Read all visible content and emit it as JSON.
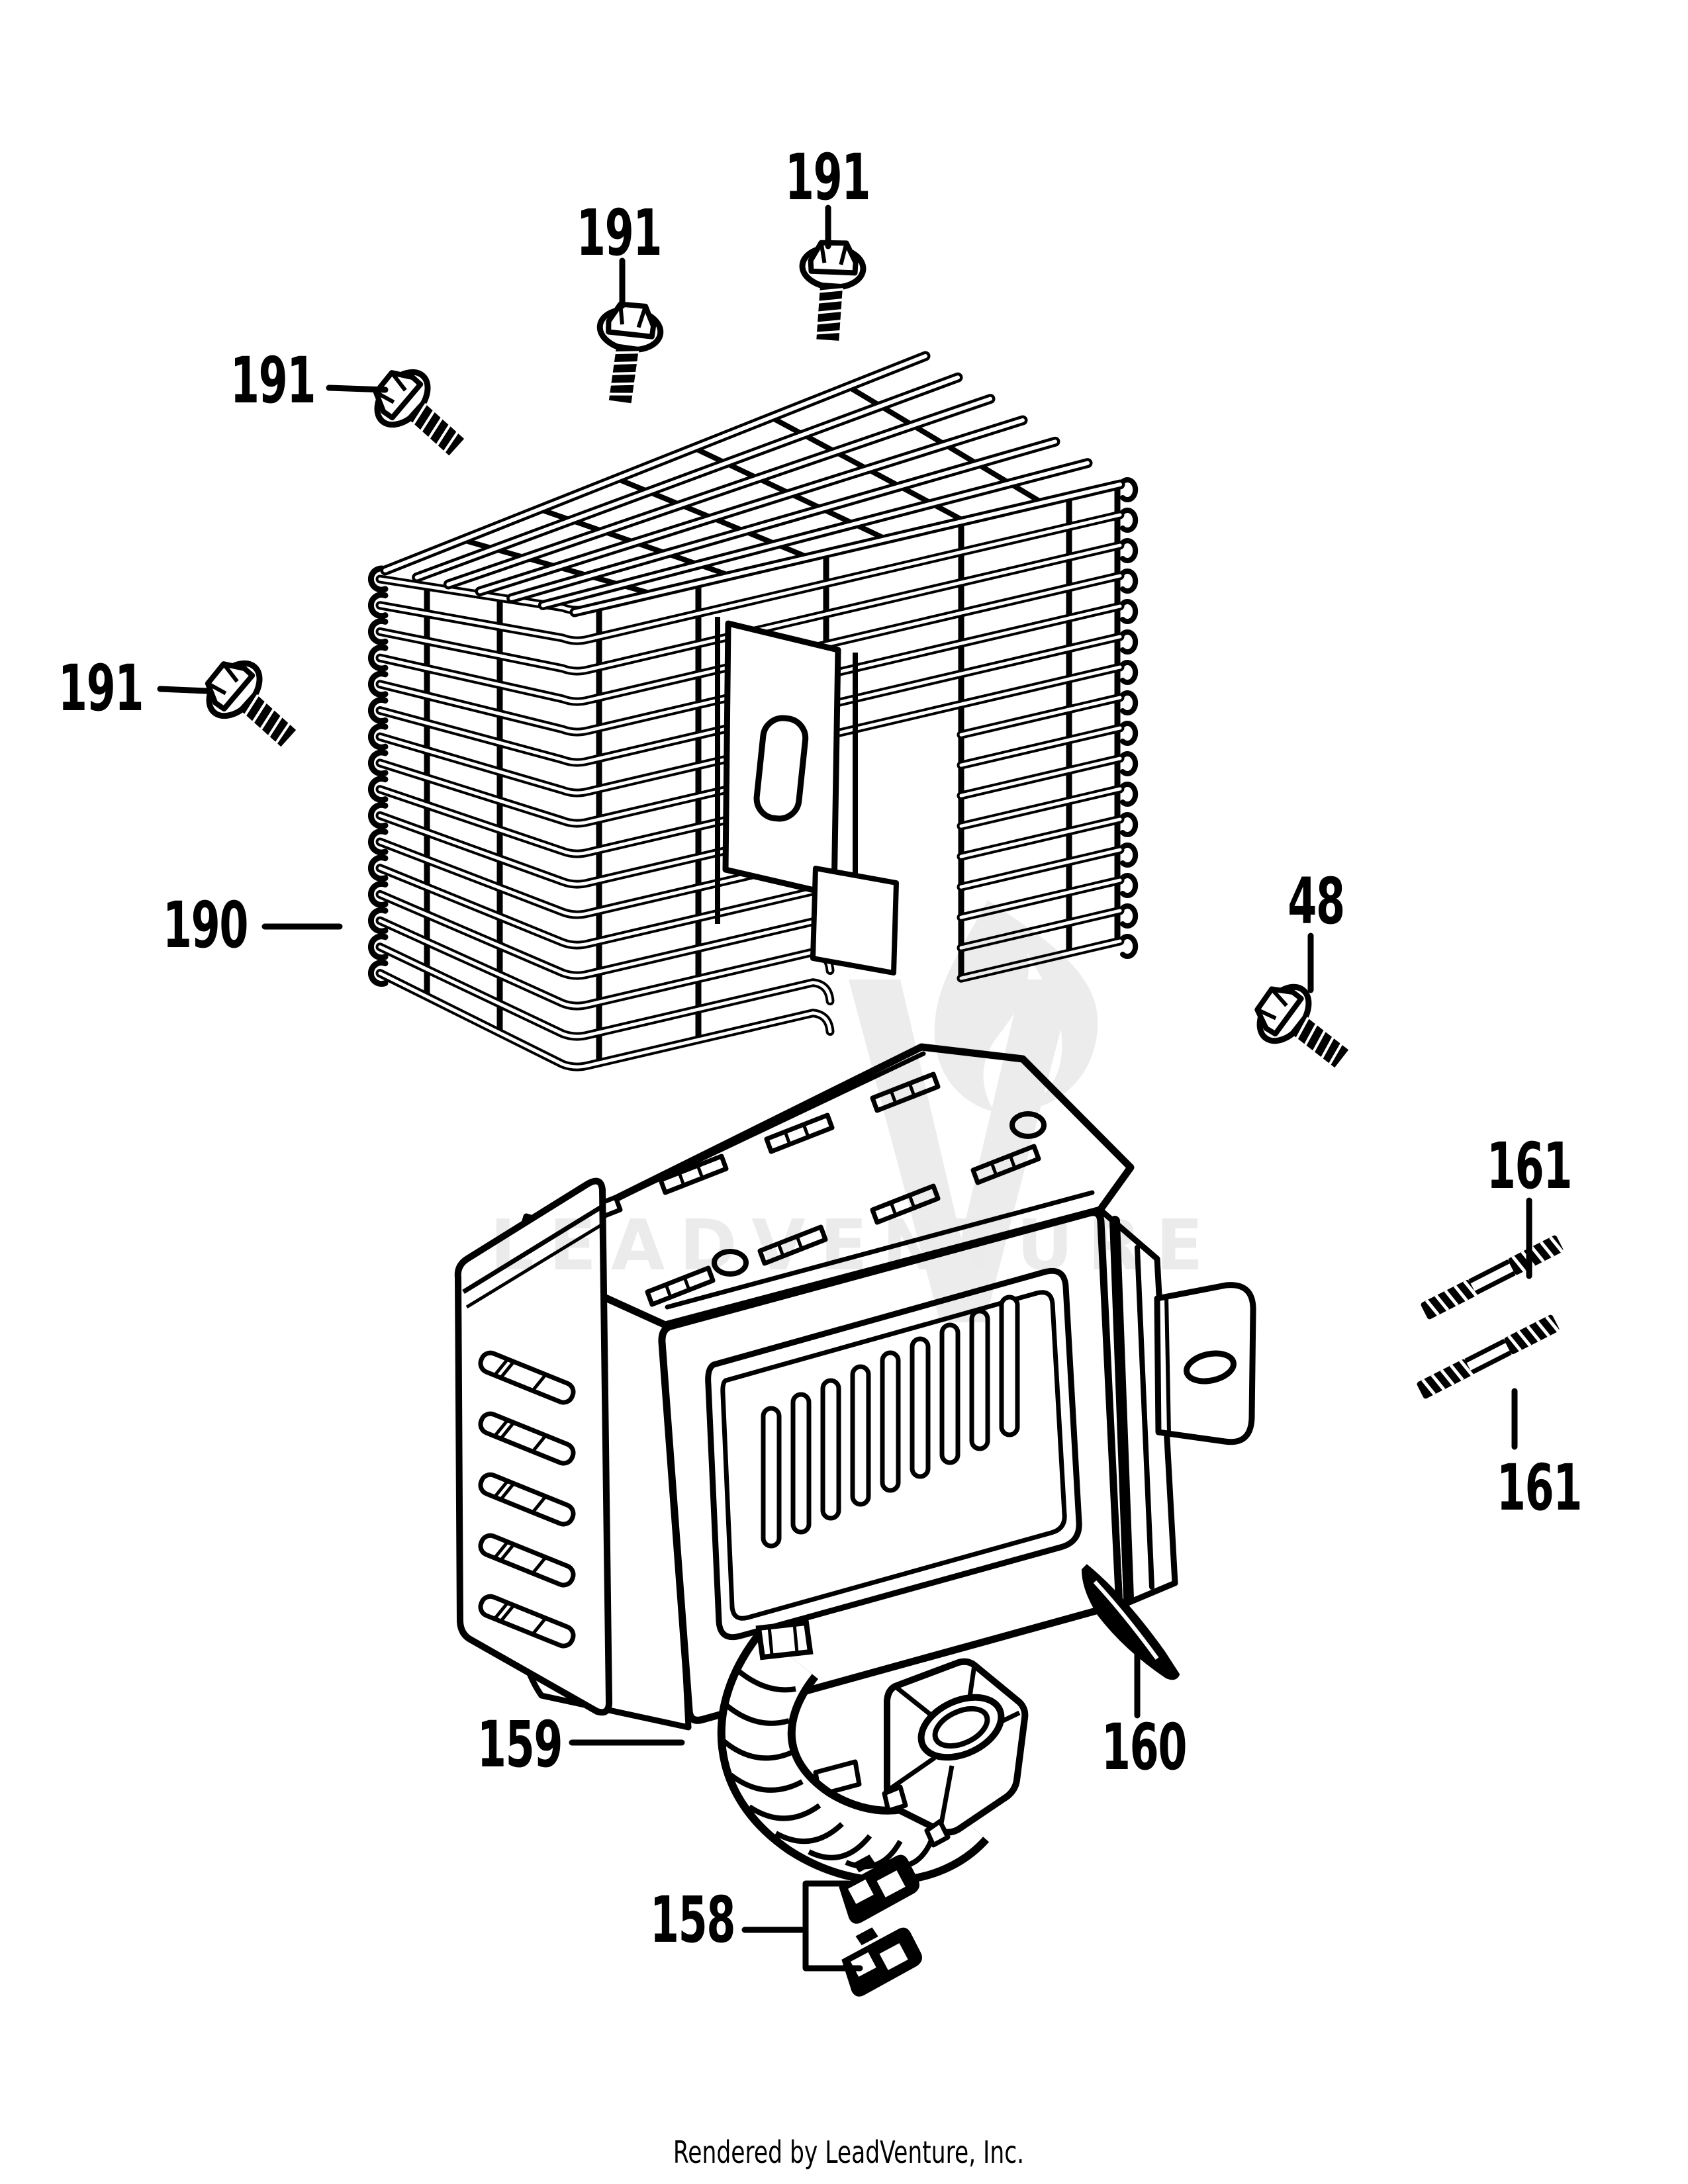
{
  "diagram": {
    "footer": "Rendered by LeadVenture, Inc.",
    "watermark": "LEADVENTURE",
    "callouts": [
      {
        "part": "191",
        "placement": "top-center"
      },
      {
        "part": "191",
        "placement": "top-right"
      },
      {
        "part": "191",
        "placement": "upper-left"
      },
      {
        "part": "191",
        "placement": "far-left"
      },
      {
        "part": "190",
        "placement": "left"
      },
      {
        "part": "48",
        "placement": "right"
      },
      {
        "part": "161",
        "placement": "right-upper"
      },
      {
        "part": "161",
        "placement": "right-lower"
      },
      {
        "part": "160",
        "placement": "bottom-right"
      },
      {
        "part": "159",
        "placement": "bottom-left"
      },
      {
        "part": "158",
        "placement": "bottom-center"
      }
    ]
  }
}
